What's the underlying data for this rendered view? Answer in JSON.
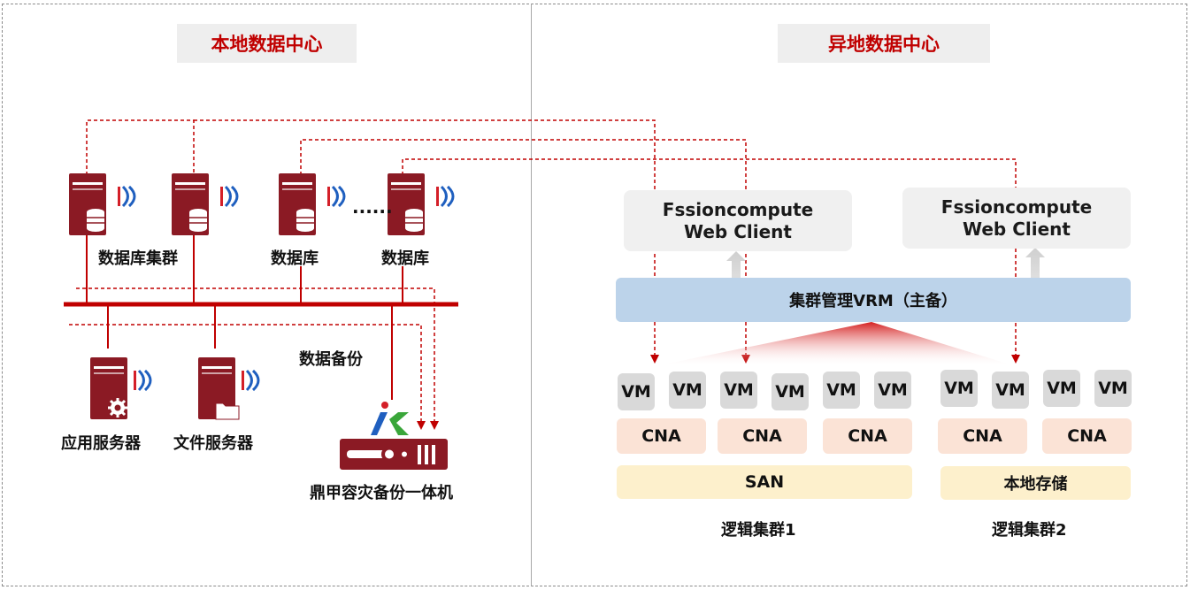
{
  "local_dc": {
    "title": "本地数据中心",
    "db_cluster_label": "数据库集群",
    "db_label_1": "数据库",
    "db_label_2": "数据库",
    "ellipsis": "......",
    "backup_label": "数据备份",
    "app_server_label": "应用服务器",
    "file_server_label": "文件服务器",
    "appliance_label": "鼎甲容灾备份一体机"
  },
  "remote_dc": {
    "title": "异地数据中心",
    "client_left": {
      "line1": "Fssioncompute",
      "line2": "Web Client"
    },
    "client_right": {
      "line1": "Fssioncompute",
      "line2": "Web Client"
    },
    "vrm_label": "集群管理VRM（主备）",
    "vm_label": "VM",
    "cna_label": "CNA",
    "san_label": "SAN",
    "local_storage_label": "本地存储",
    "cluster1_label": "逻辑集群1",
    "cluster2_label": "逻辑集群2"
  },
  "colors": {
    "accent_red": "#c00000",
    "server_red": "#8b1a24",
    "vrm_blue": "#bcd3ea",
    "cna_peach": "#fbe3d6",
    "storage_yellow": "#fdf0cc",
    "vm_gray": "#d9d9d9"
  }
}
